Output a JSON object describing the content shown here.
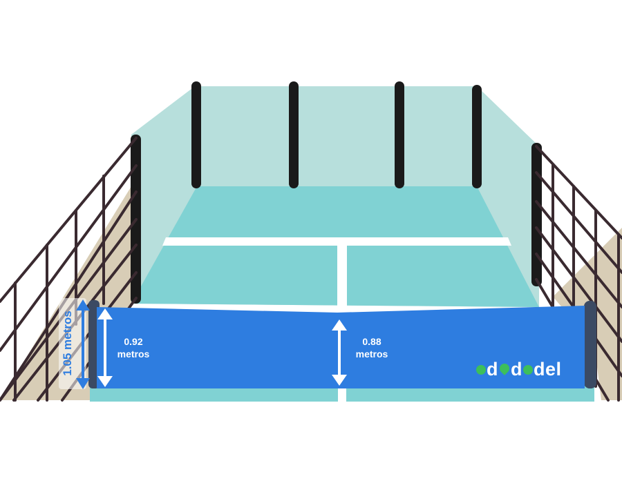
{
  "colors": {
    "back_wall": "#b7dfdc",
    "court": "#80d2d3",
    "court_line": "#ffffff",
    "net": "#2e7de0",
    "post": "#1a1a1a",
    "net_post": "#3b4a63",
    "fence": "#3a2a30",
    "ground": "#d8cdb6",
    "brand_green": "#3dbf5a"
  },
  "measurements": {
    "net_center": {
      "value": "0.88",
      "unit": "metros"
    },
    "net_side": {
      "value": "0.92",
      "unit": "metros"
    },
    "post_height": {
      "label": "1.05 metros"
    }
  },
  "brand": {
    "text_1": "d",
    "text_2": "d",
    "text_3": "del"
  }
}
